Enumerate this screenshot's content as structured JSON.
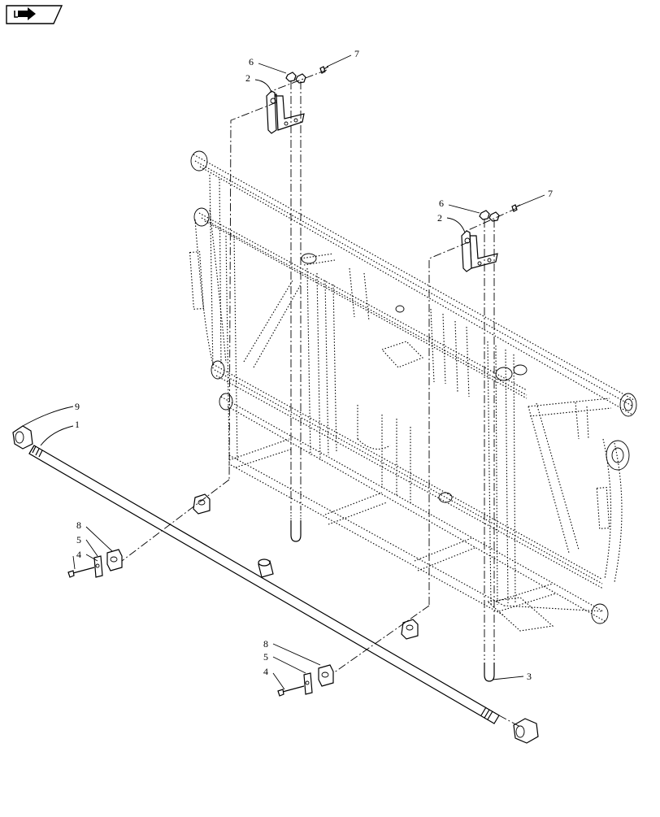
{
  "toolbar": {
    "nav_icon": "arrow-right-icon",
    "nav_button_label": ""
  },
  "callouts": {
    "c1": "1",
    "c2_top": "2",
    "c2_mid": "2",
    "c3": "3",
    "c4_left": "4",
    "c4_right": "4",
    "c5_left": "5",
    "c5_right": "5",
    "c6_top": "6",
    "c6_mid": "6",
    "c7_top": "7",
    "c7_mid": "7",
    "c8_left": "8",
    "c8_right": "8",
    "c9": "9"
  },
  "colors": {
    "ink": "#000000",
    "paper": "#ffffff"
  }
}
